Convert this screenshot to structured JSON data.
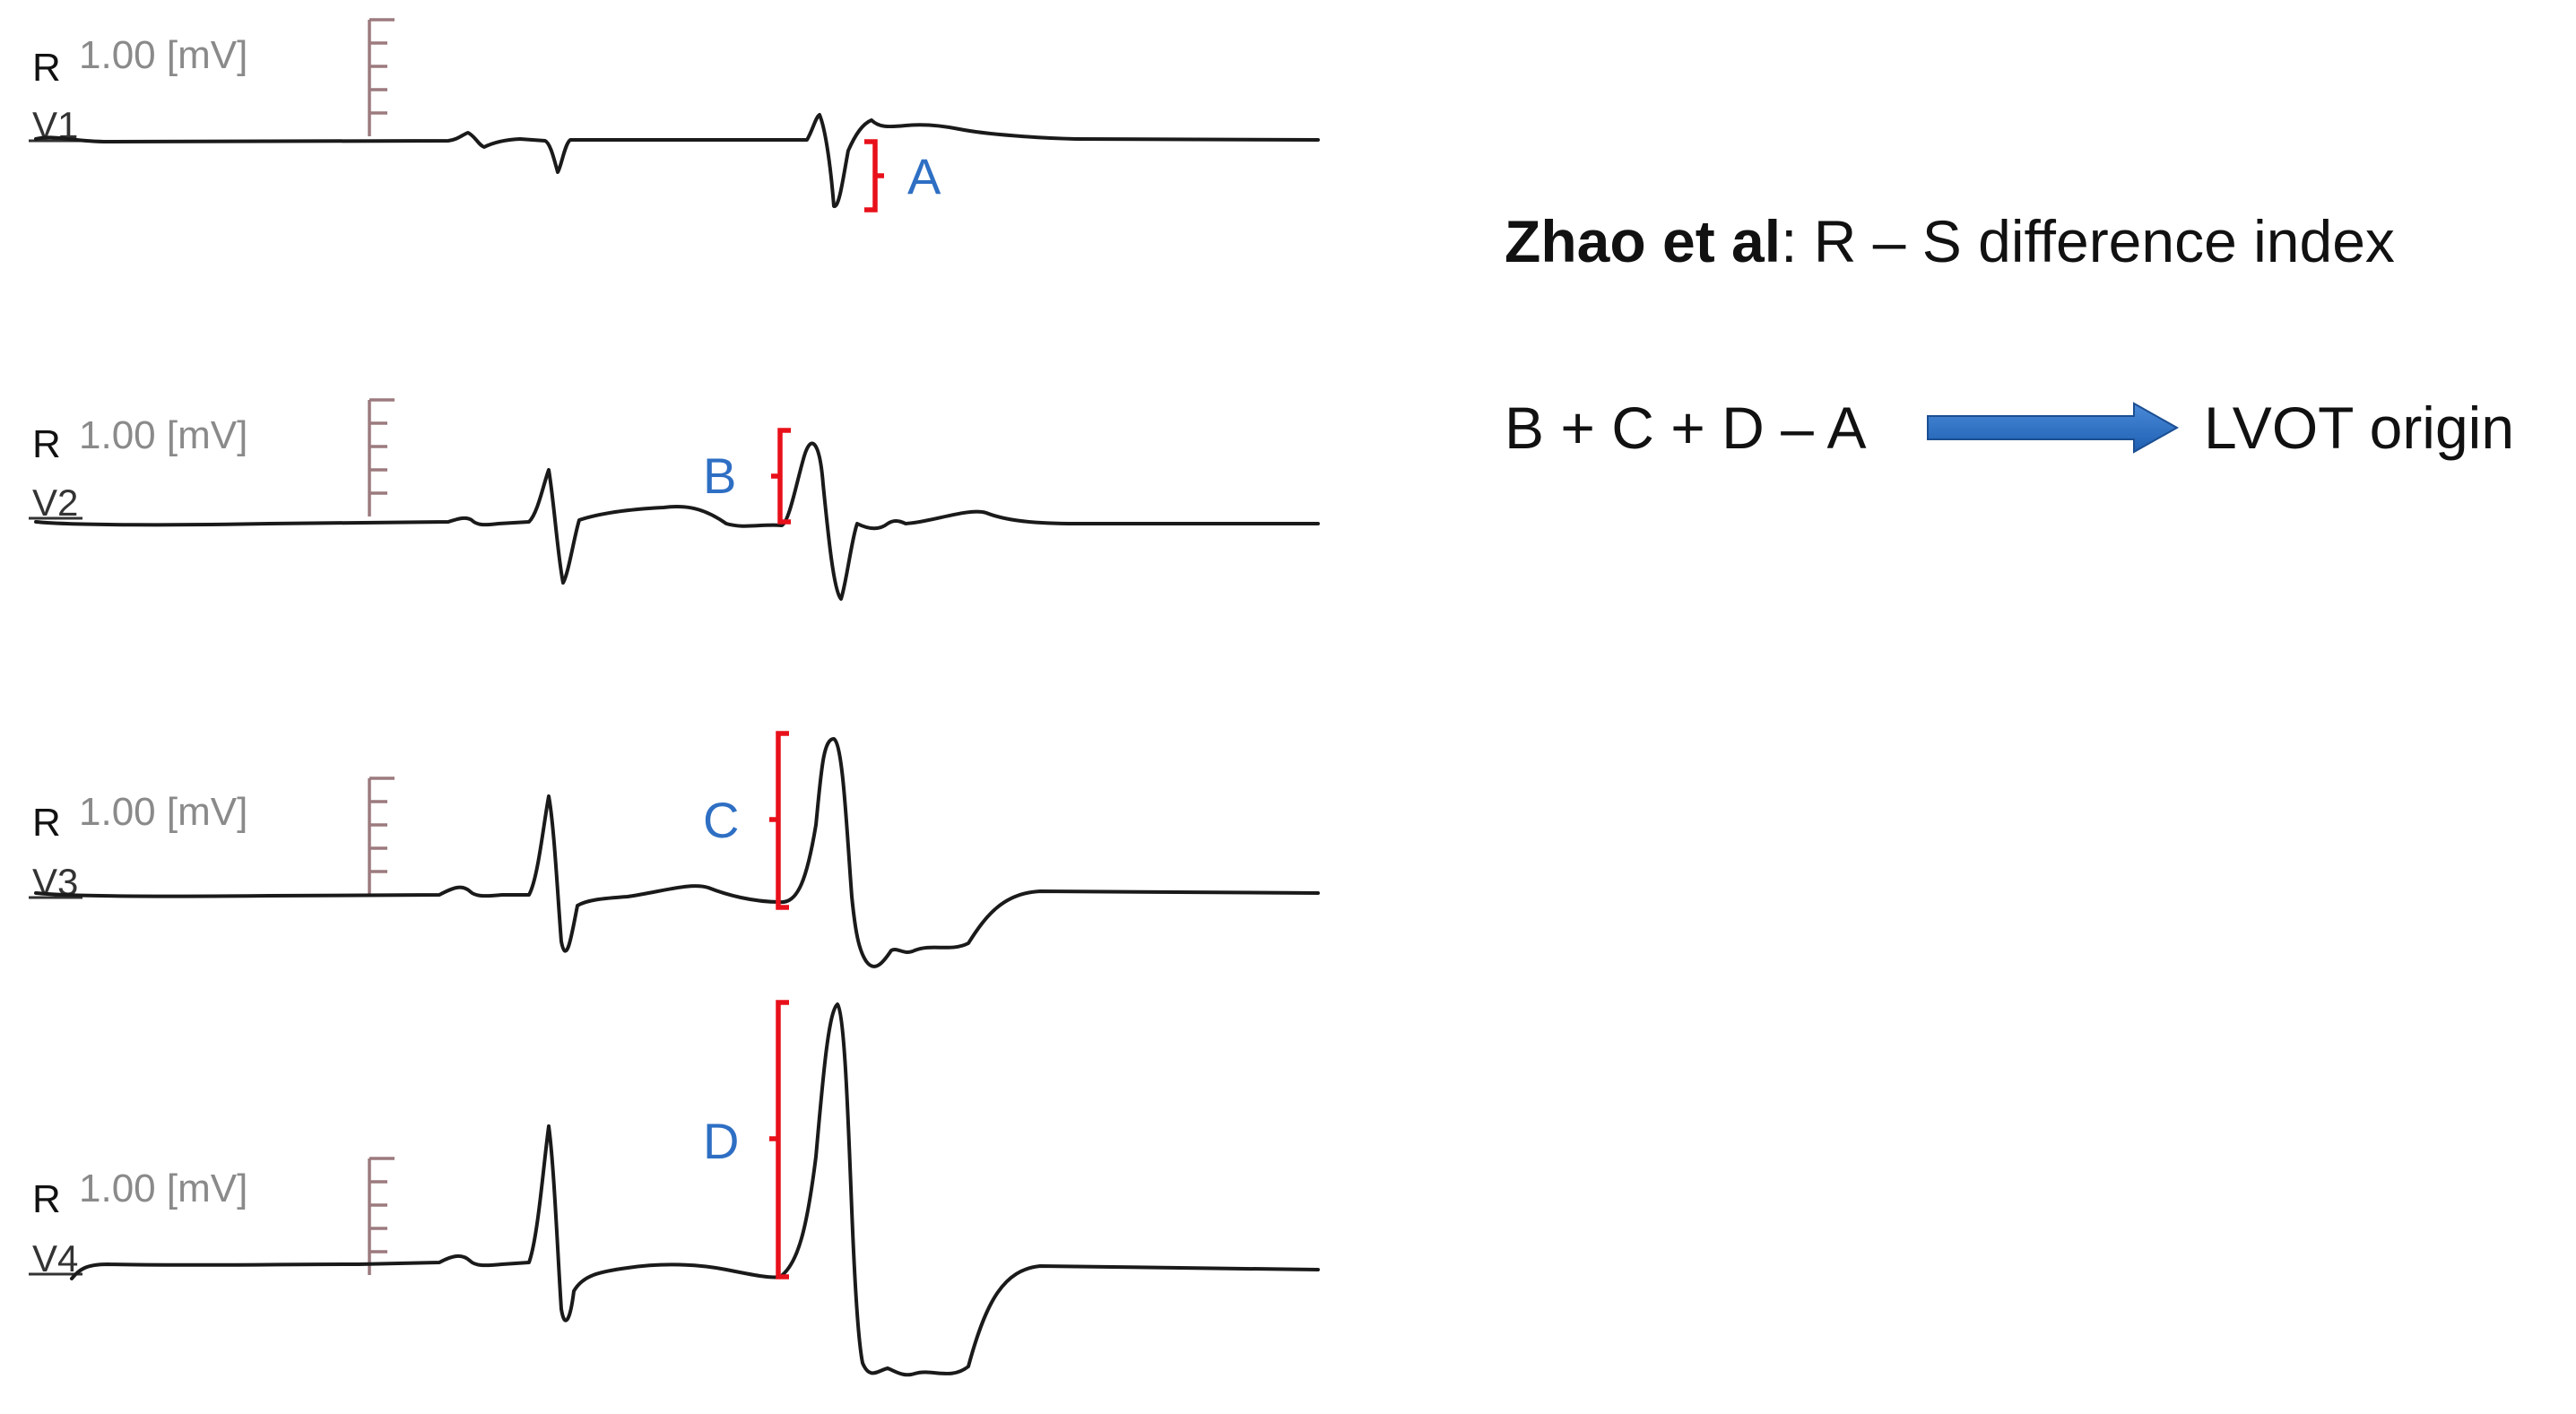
{
  "leads": [
    {
      "r_label": "R",
      "gain_label": "1.00 [mV]",
      "name": "V1"
    },
    {
      "r_label": "R",
      "gain_label": "1.00 [mV]",
      "name": "V2"
    },
    {
      "r_label": "R",
      "gain_label": "1.00 [mV]",
      "name": "V3"
    },
    {
      "r_label": "R",
      "gain_label": "1.00 [mV]",
      "name": "V4"
    }
  ],
  "brackets": {
    "a": "A",
    "b": "B",
    "c": "C",
    "d": "D"
  },
  "formula": {
    "author": "Zhao et al",
    "title_rest": ": R – S difference index",
    "equation": "B + C + D – A",
    "result": "LVOT origin",
    "arrow_color": "#2e6fc4"
  },
  "colors": {
    "trace": "#1a1a1a",
    "bracket": "#e8101a",
    "bracket_letter": "#2e6fc4",
    "scale_bar": "#9c7a7e"
  },
  "icons": [
    "right-arrow-icon"
  ]
}
